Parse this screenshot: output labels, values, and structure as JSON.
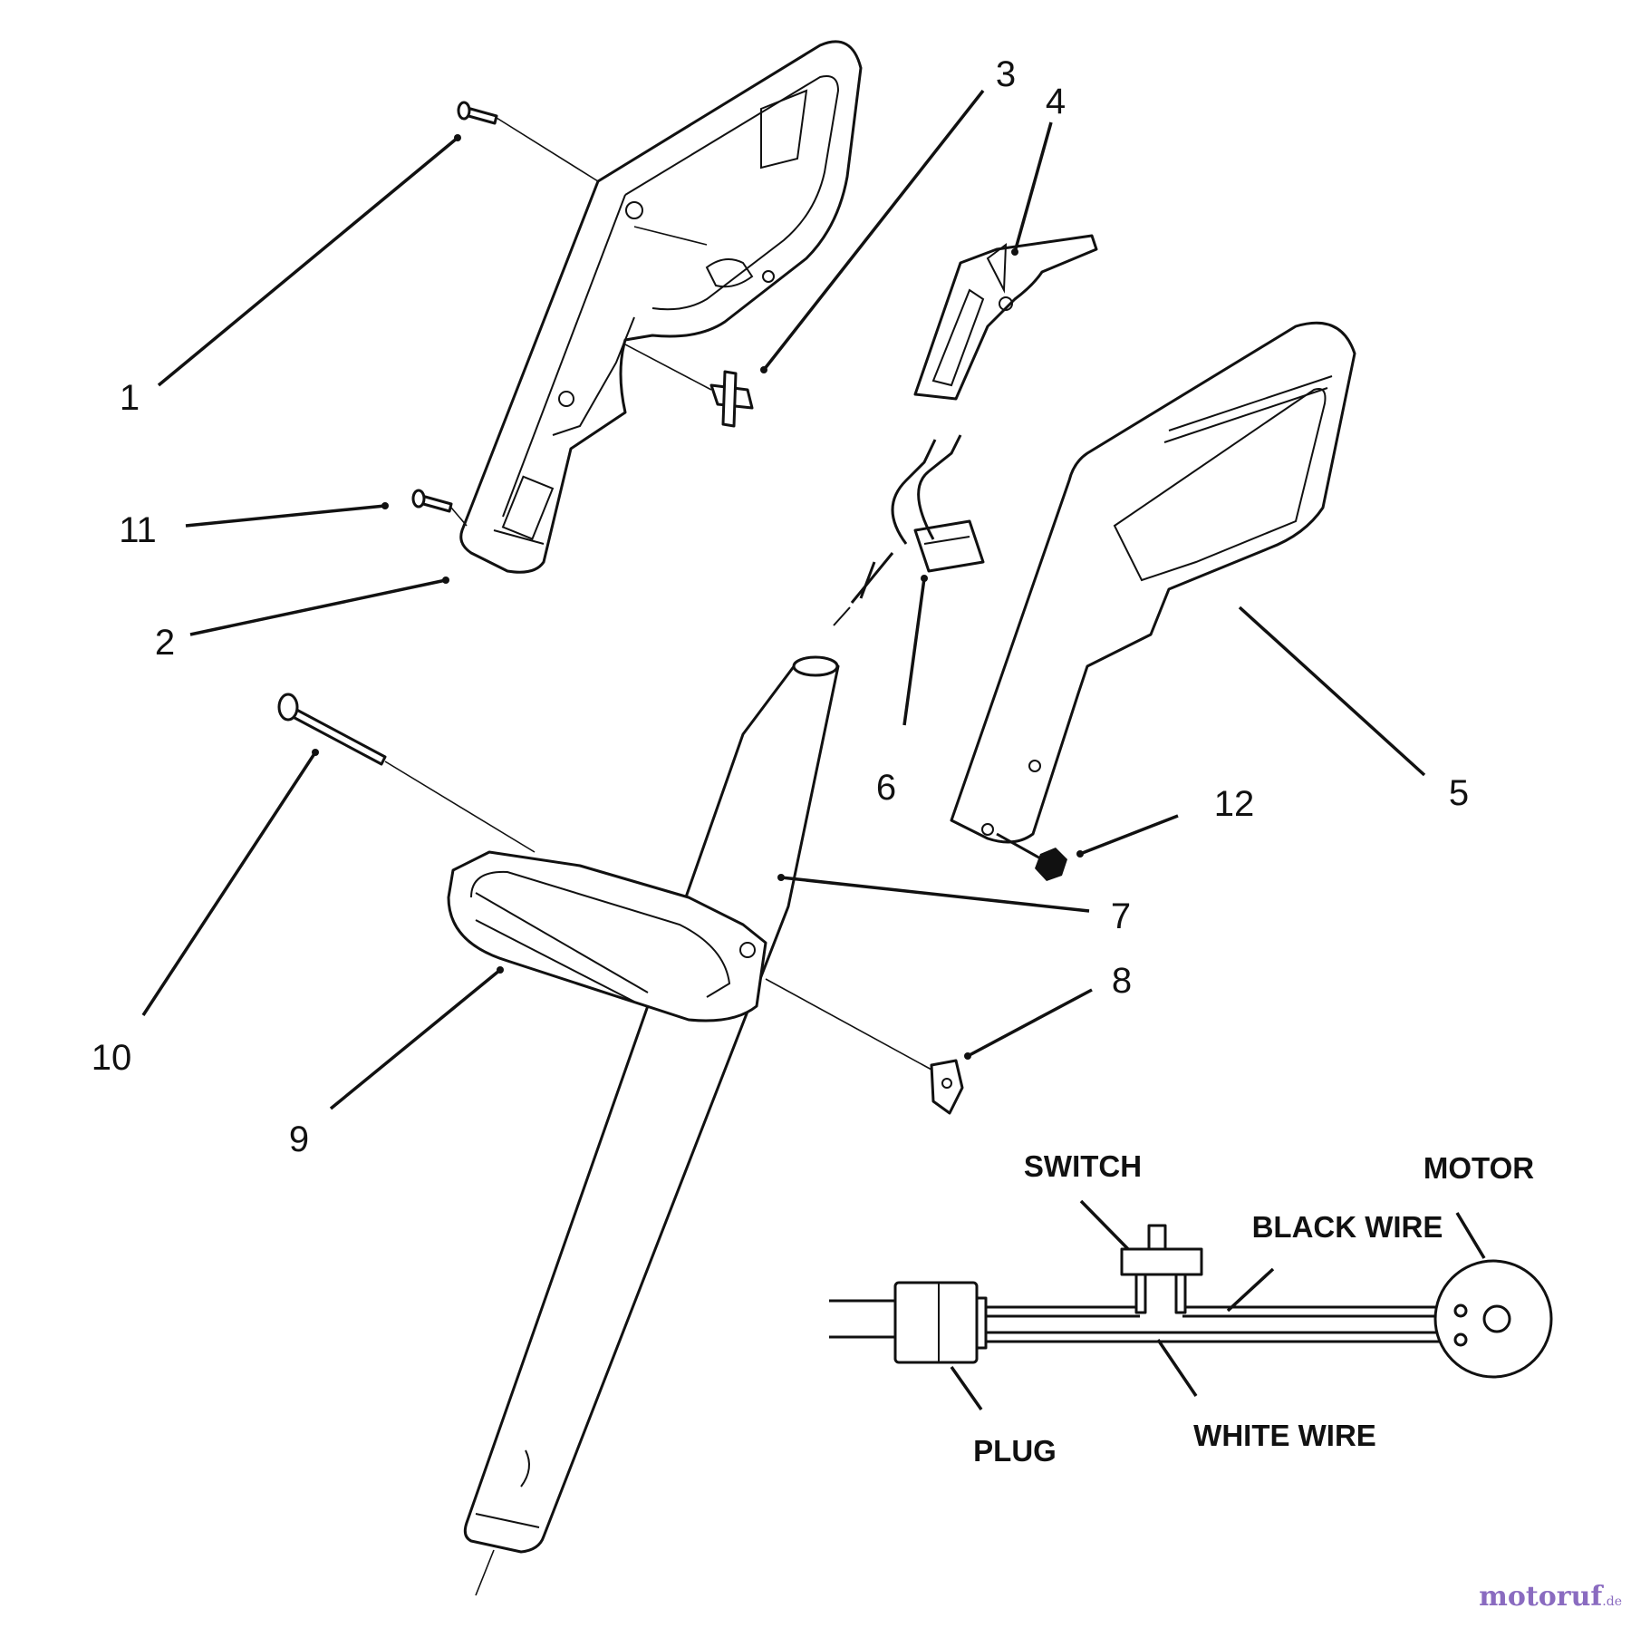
{
  "callouts": [
    "1",
    "2",
    "3",
    "4",
    "5",
    "6",
    "7",
    "8",
    "9",
    "10",
    "11",
    "12"
  ],
  "wiring": {
    "switch": "SWITCH",
    "motor": "MOTOR",
    "black_wire": "BLACK WIRE",
    "white_wire": "WHITE WIRE",
    "plug": "PLUG"
  },
  "watermark": {
    "text": "motoruf",
    "suffix": ".de"
  },
  "colors": {
    "ink": "#111111",
    "background": "#ffffff",
    "watermark": "#8a6bc0"
  }
}
